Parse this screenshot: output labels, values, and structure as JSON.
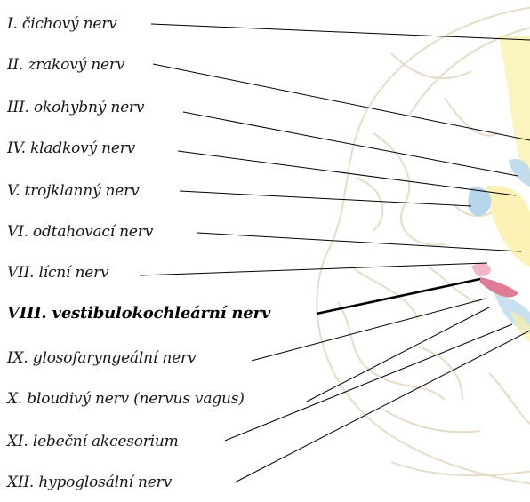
{
  "diagram": {
    "highlighted_nerve_index": 7,
    "highlight_color": "#e07b94",
    "structure_colors": {
      "brain_outline": "#e6dcc8",
      "yellow": "#fbf0a8",
      "blue": "#b7d6ec"
    },
    "labels": [
      "I. čichový nerv",
      "II. zrakový nerv",
      "III. okohybný nerv",
      "IV. kladkový nerv",
      "V. trojklanný nerv",
      "VI. odtahovací nerv",
      "VII. lícní nerv",
      "VIII. vestibulokochleární nerv",
      "IX. glosofaryngeální nerv",
      "X. bloudivý nerv (nervus vagus)",
      "XI. lebeční akcesorium",
      "XII. hypoglosální nerv"
    ]
  }
}
